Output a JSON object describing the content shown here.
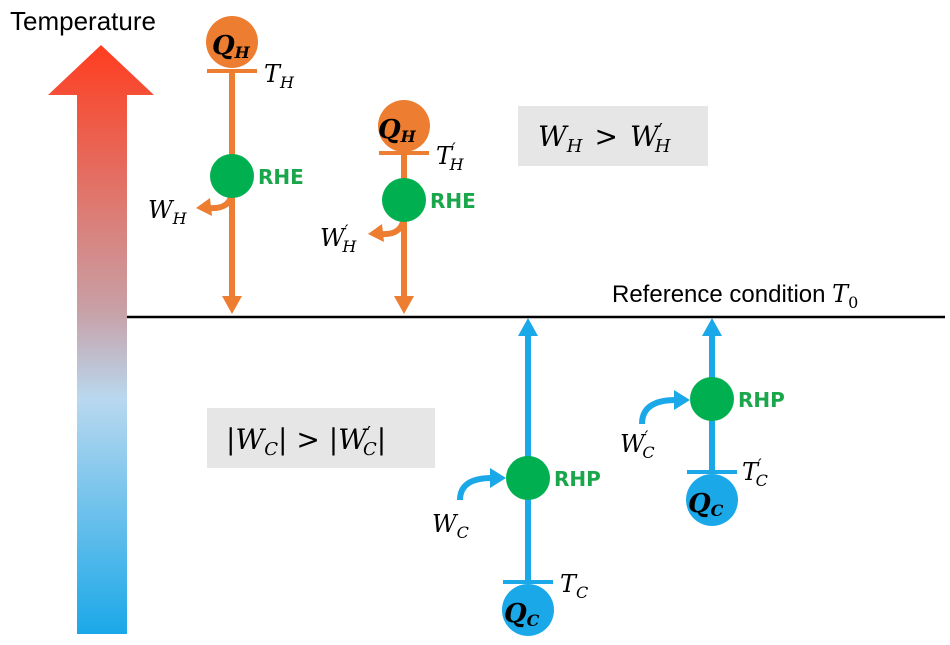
{
  "temperature_axis": {
    "label": "Temperature"
  },
  "reference_line": {
    "label": "Reference condition",
    "symbol": "T",
    "subscript": "0"
  },
  "comparisons": {
    "hot": {
      "left": "W",
      "left_sub": "H",
      "op": ">",
      "right": "W",
      "right_sub": "H",
      "right_prime": "′"
    },
    "cold": {
      "left": "|W",
      "left_sub": "C",
      "op": "| > |",
      "right": "W",
      "right_sub": "C",
      "right_prime": "′",
      "close": "|"
    }
  },
  "hot_engines": [
    {
      "heat": "Q",
      "heat_sub": "H",
      "temp": "T",
      "temp_sub": "H",
      "temp_prime": "",
      "device": "RHE",
      "work": "W",
      "work_sub": "H",
      "work_prime": ""
    },
    {
      "heat": "Q",
      "heat_sub": "H",
      "temp": "T",
      "temp_sub": "H",
      "temp_prime": "′",
      "device": "RHE",
      "work": "W",
      "work_sub": "H",
      "work_prime": "′"
    }
  ],
  "cold_pumps": [
    {
      "heat": "Q",
      "heat_sub": "C",
      "temp": "T",
      "temp_sub": "C",
      "temp_prime": "",
      "device": "RHP",
      "work": "W",
      "work_sub": "C",
      "work_prime": ""
    },
    {
      "heat": "Q",
      "heat_sub": "C",
      "temp": "T",
      "temp_sub": "C",
      "temp_prime": "′",
      "device": "RHP",
      "work": "W",
      "work_sub": "C",
      "work_prime": "′"
    }
  ],
  "colors": {
    "hot": "#ed7d31",
    "cold": "#1ba8e8",
    "device": "#00b050",
    "device_label": "#1aa64b",
    "box": "#e6e6e6",
    "gradient_top": "#ff3d1f",
    "gradient_mid": "#b9d8ef",
    "gradient_bottom": "#1ba8e8"
  }
}
